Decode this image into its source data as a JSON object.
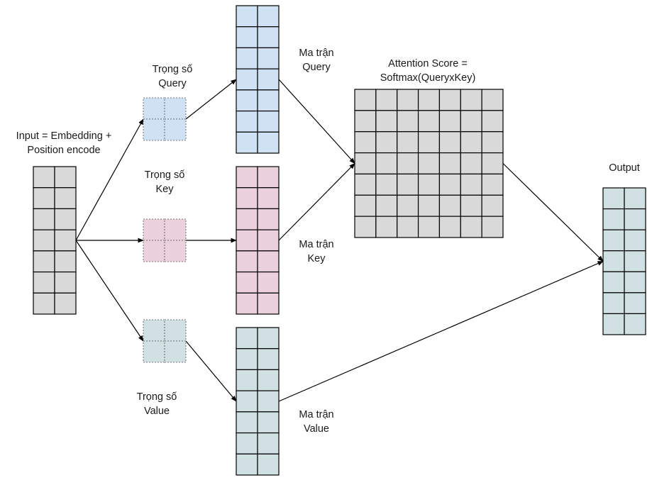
{
  "labels": {
    "input": [
      "Input = Embedding +",
      "Position encode"
    ],
    "weight_query": [
      "Trọng số",
      "Query"
    ],
    "weight_key": [
      "Trọng số",
      "Key"
    ],
    "weight_value": [
      "Trọng số",
      "Value"
    ],
    "matrix_query": [
      "Ma trận",
      "Query"
    ],
    "matrix_key": [
      "Ma trận",
      "Key"
    ],
    "matrix_value": [
      "Ma trận",
      "Value"
    ],
    "attention": [
      "Attention Score =",
      "Softmax(QueryxKey)"
    ],
    "output": [
      "Output"
    ]
  },
  "matrices": {
    "input": {
      "rows": 7,
      "cols": 2,
      "fill": "#d9d9d9"
    },
    "weight_query": {
      "rows": 2,
      "cols": 2,
      "fill": "#cfe2f3",
      "dashed": true
    },
    "weight_key": {
      "rows": 2,
      "cols": 2,
      "fill": "#ead1dc",
      "dashed": true
    },
    "weight_value": {
      "rows": 2,
      "cols": 2,
      "fill": "#d0e0e3",
      "dashed": true
    },
    "query": {
      "rows": 7,
      "cols": 2,
      "fill": "#cfe2f3"
    },
    "key": {
      "rows": 7,
      "cols": 2,
      "fill": "#ead1dc"
    },
    "value": {
      "rows": 7,
      "cols": 2,
      "fill": "#d0e0e3"
    },
    "attention": {
      "rows": 7,
      "cols": 7,
      "fill": "#d9d9d9"
    },
    "output": {
      "rows": 7,
      "cols": 2,
      "fill": "#d0e0e3"
    }
  },
  "edges": [
    {
      "from": "input",
      "to": "weight_query"
    },
    {
      "from": "input",
      "to": "weight_key"
    },
    {
      "from": "input",
      "to": "weight_value"
    },
    {
      "from": "weight_query",
      "to": "query"
    },
    {
      "from": "weight_key",
      "to": "key"
    },
    {
      "from": "weight_value",
      "to": "value"
    },
    {
      "from": "query",
      "to": "attention"
    },
    {
      "from": "key",
      "to": "attention"
    },
    {
      "from": "attention",
      "to": "output"
    },
    {
      "from": "value",
      "to": "output"
    }
  ]
}
